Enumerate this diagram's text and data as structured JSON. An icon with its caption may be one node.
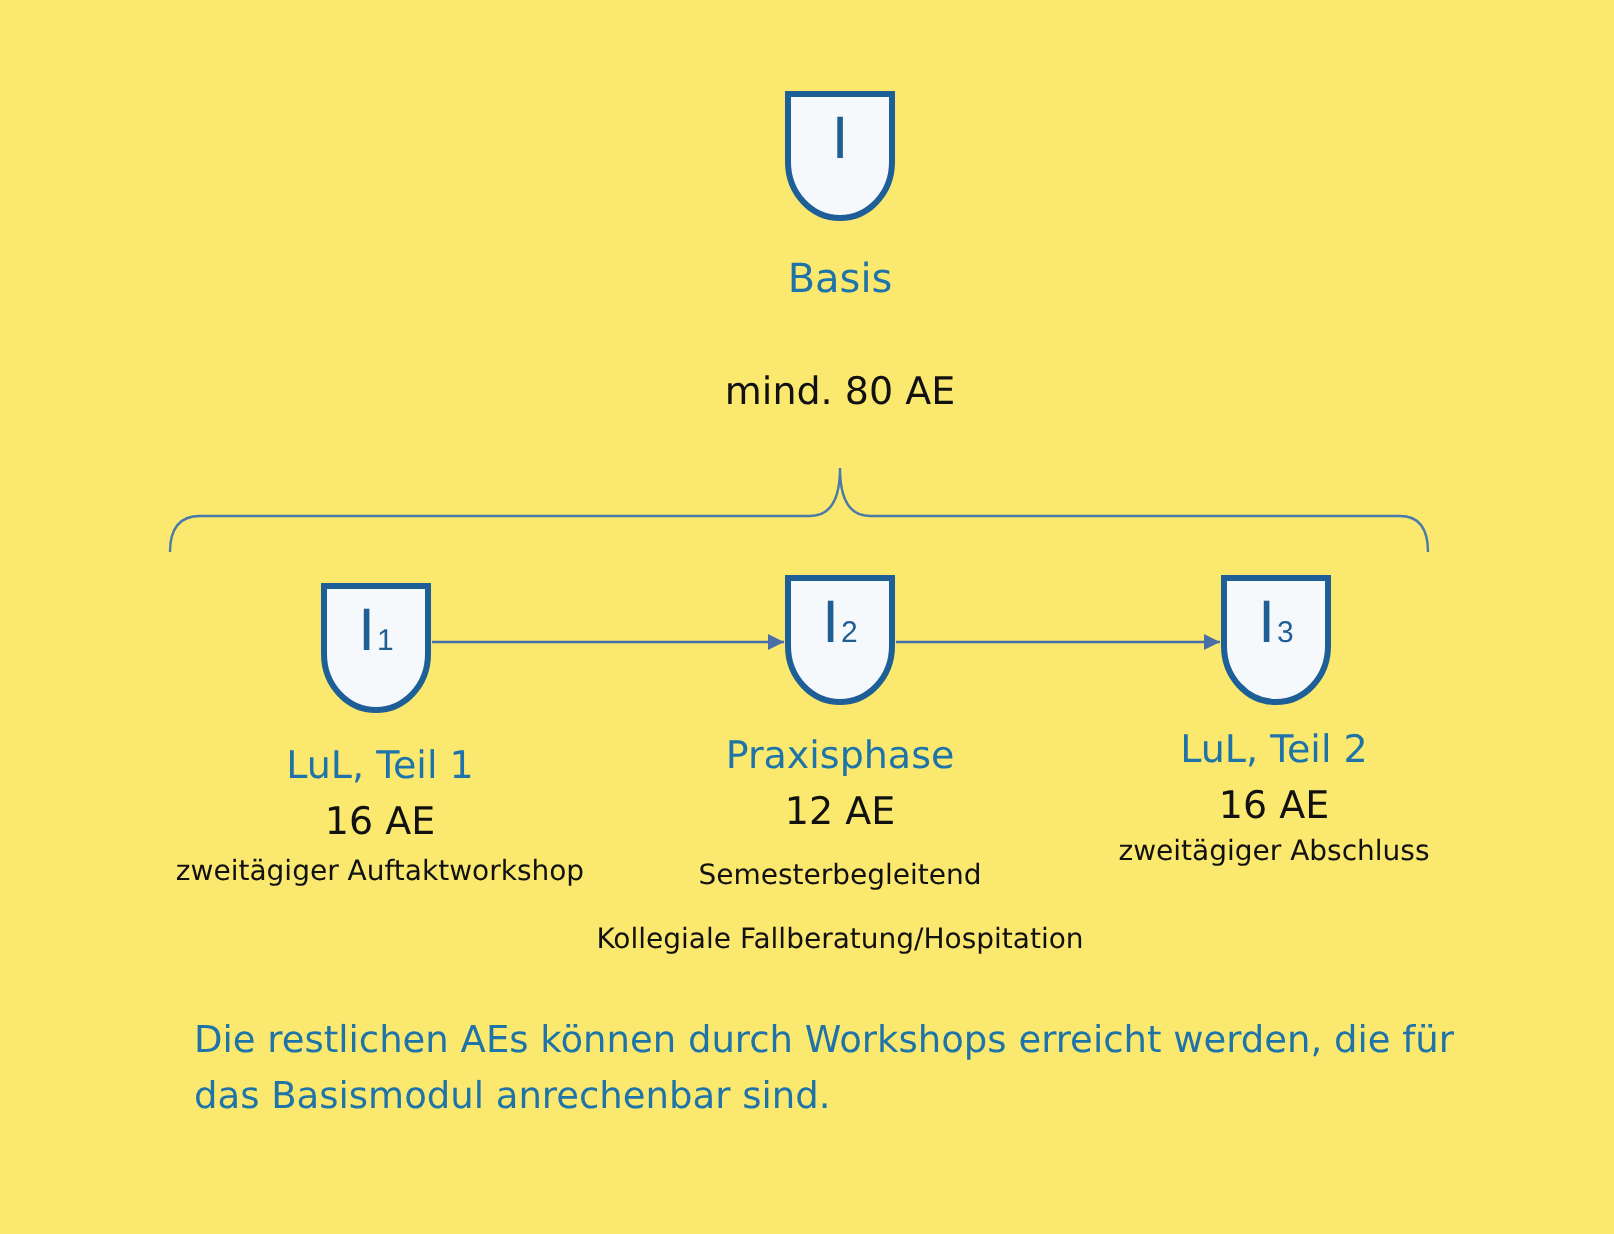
{
  "diagram": {
    "caption": "Die restlichen AEs können durch Workshops erreicht werden, die für das Basismodul anrechenbar sind.",
    "nodes": [
      {
        "text": [
          "I"
        ],
        "beside": [
          "Basis"
        ]
      },
      {
        "text": [
          "I$_{1}$"
        ],
        "beside": [
          "LuL, Teil 1",
          "16 AE",
          "zweitägiger Auftaktworkshop"
        ]
      },
      {
        "text": [
          "I$_{2}$"
        ],
        "beside": [
          "Praxisphase",
          "12 AE",
          "Semesterbegleitend",
          "Kollegiale Fallberatung/Hospitation"
        ]
      },
      {
        "text": [
          "I$_{3}$"
        ],
        "beside": [
          "LuL, Teil 2",
          "16 AE",
          "zweitägiger Abschluss"
        ]
      }
    ],
    "edges": [
      {
        "from": 1,
        "to": 2,
        "arrow": "to"
      },
      {
        "from": 2,
        "to": 3,
        "arrow": "to"
      }
    ],
    "labels": [
      "mind. 80 AE"
    ]
  }
}
